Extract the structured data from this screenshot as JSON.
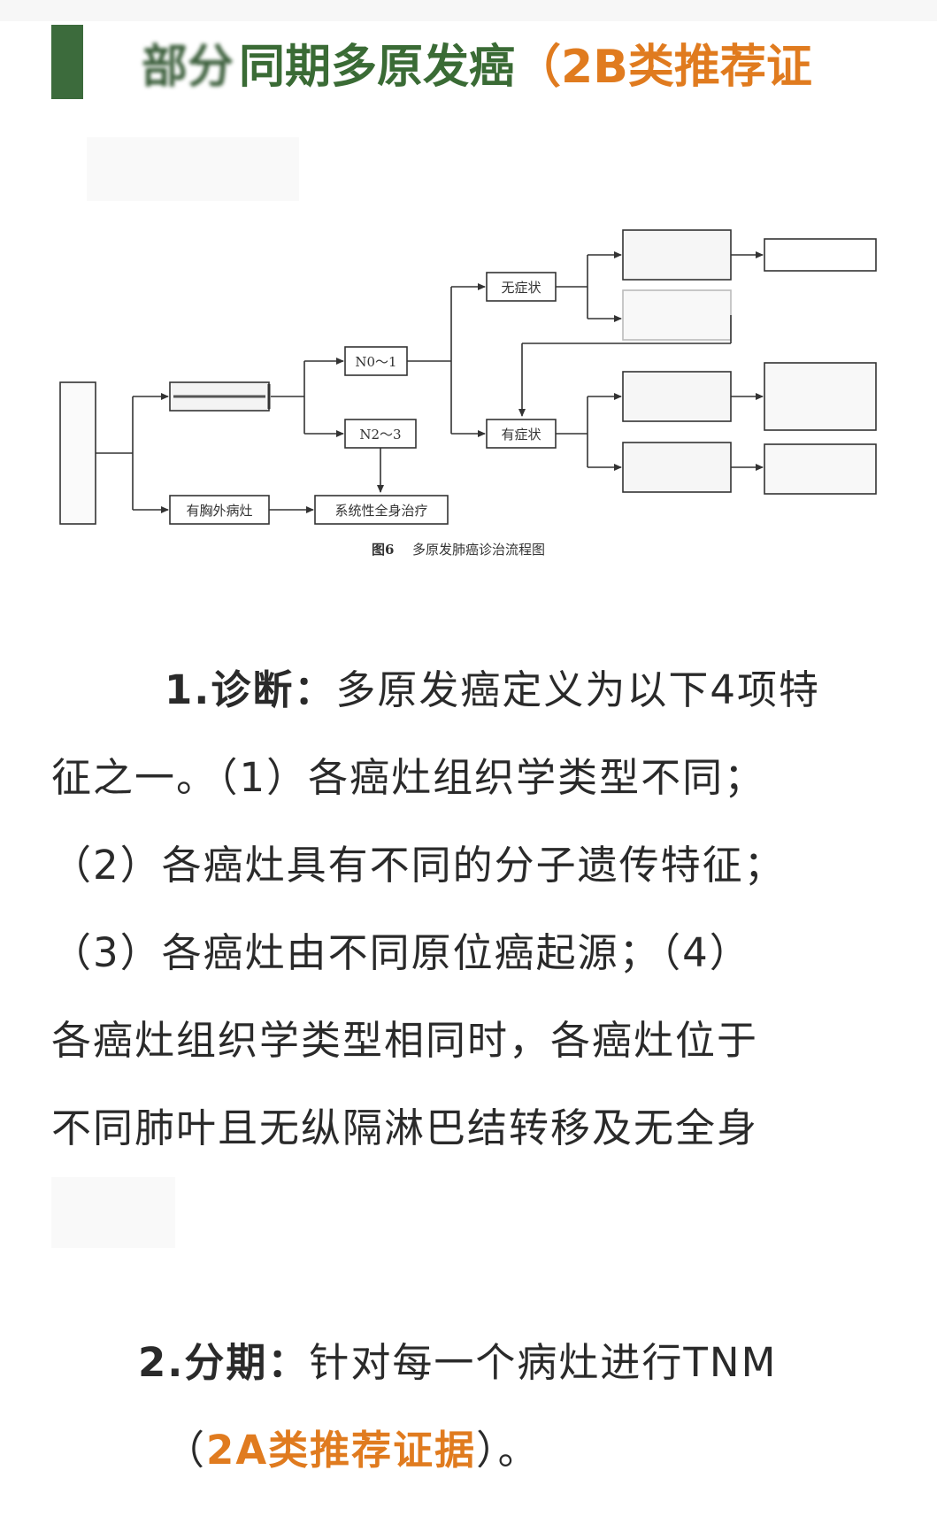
{
  "header": {
    "title_blurred_glyphs": "部分",
    "title_main": "同期多原发癌",
    "title_paren": "（",
    "title_sub": "2B类推荐证"
  },
  "flowchart": {
    "nodes": {
      "no_symptom": "无症状",
      "n0_1": "N0～1",
      "n2_3": "N2～3",
      "has_symptom": "有症状",
      "extra_thoracic": "有胸外病灶",
      "systemic_therapy": "系统性全身治疗"
    },
    "caption_label": "图6",
    "caption_text": "多原发肺癌诊治流程图"
  },
  "section1": {
    "number": "1.",
    "heading": "诊断：",
    "line1": "多原发癌定义为以下4项特",
    "line2": "征之一。（1）各癌灶组织学类型不同；",
    "line3": "（2）各癌灶具有不同的分子遗传特征；",
    "line4": "（3）各癌灶由不同原位癌起源；（4）",
    "line5": "各癌灶组织学类型相同时，各癌灶位于",
    "line6": "不同肺叶且无纵隔淋巴结转移及无全身"
  },
  "section2": {
    "number": "2.",
    "heading": "分期：",
    "line1": "针对每一个病灶进行TNM",
    "line2_open": "（",
    "line2_highlight": "2A类推荐证据",
    "line2_close": "）。"
  }
}
